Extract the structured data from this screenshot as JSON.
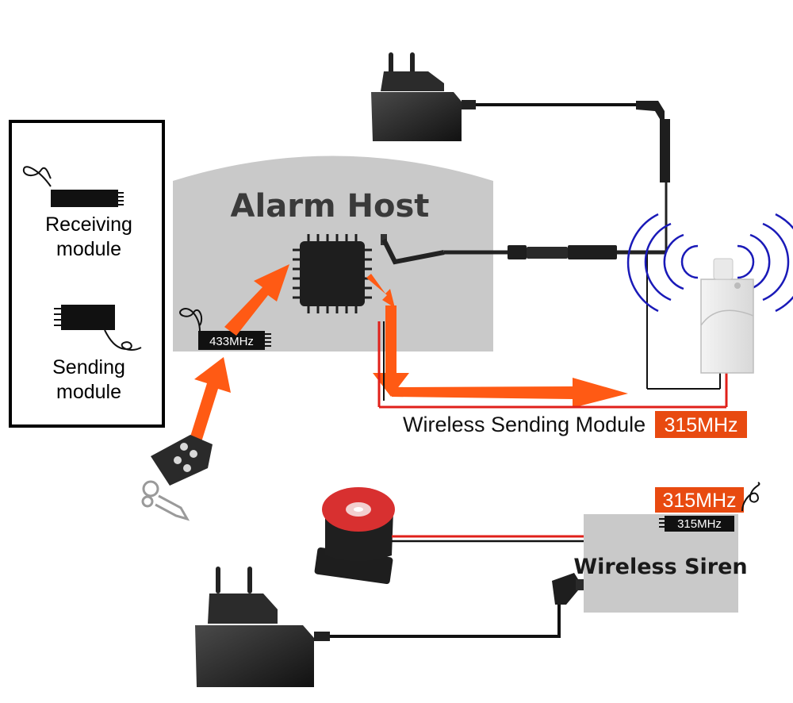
{
  "host": {
    "title": "Alarm Host",
    "rf_label": "433MHz"
  },
  "legend": {
    "receiving_line1": "Receiving",
    "receiving_line2": "module",
    "sending_line1": "Sending",
    "sending_line2": "module"
  },
  "sender": {
    "caption": "Wireless Sending Module",
    "freq": "315MHz"
  },
  "siren": {
    "title": "Wireless Siren",
    "freq_big": "315MHz",
    "freq_small": "315MHz"
  },
  "colors": {
    "arrow": "#ff5a14",
    "tag_bg": "#e84a10",
    "panel": "#c9c9c9",
    "wire_red": "#e0201a",
    "signal_wave": "#1a1ab8"
  }
}
